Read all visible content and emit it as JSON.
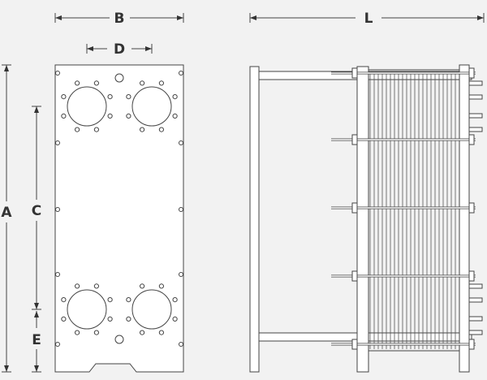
{
  "labels": {
    "width": "B",
    "port_spacing": "D",
    "length": "L",
    "height": "A",
    "port_height": "C",
    "bottom_offset": "E"
  },
  "colors": {
    "background": "#f2f2f2",
    "line": "#444444",
    "plate_fill": "#ffffff"
  }
}
